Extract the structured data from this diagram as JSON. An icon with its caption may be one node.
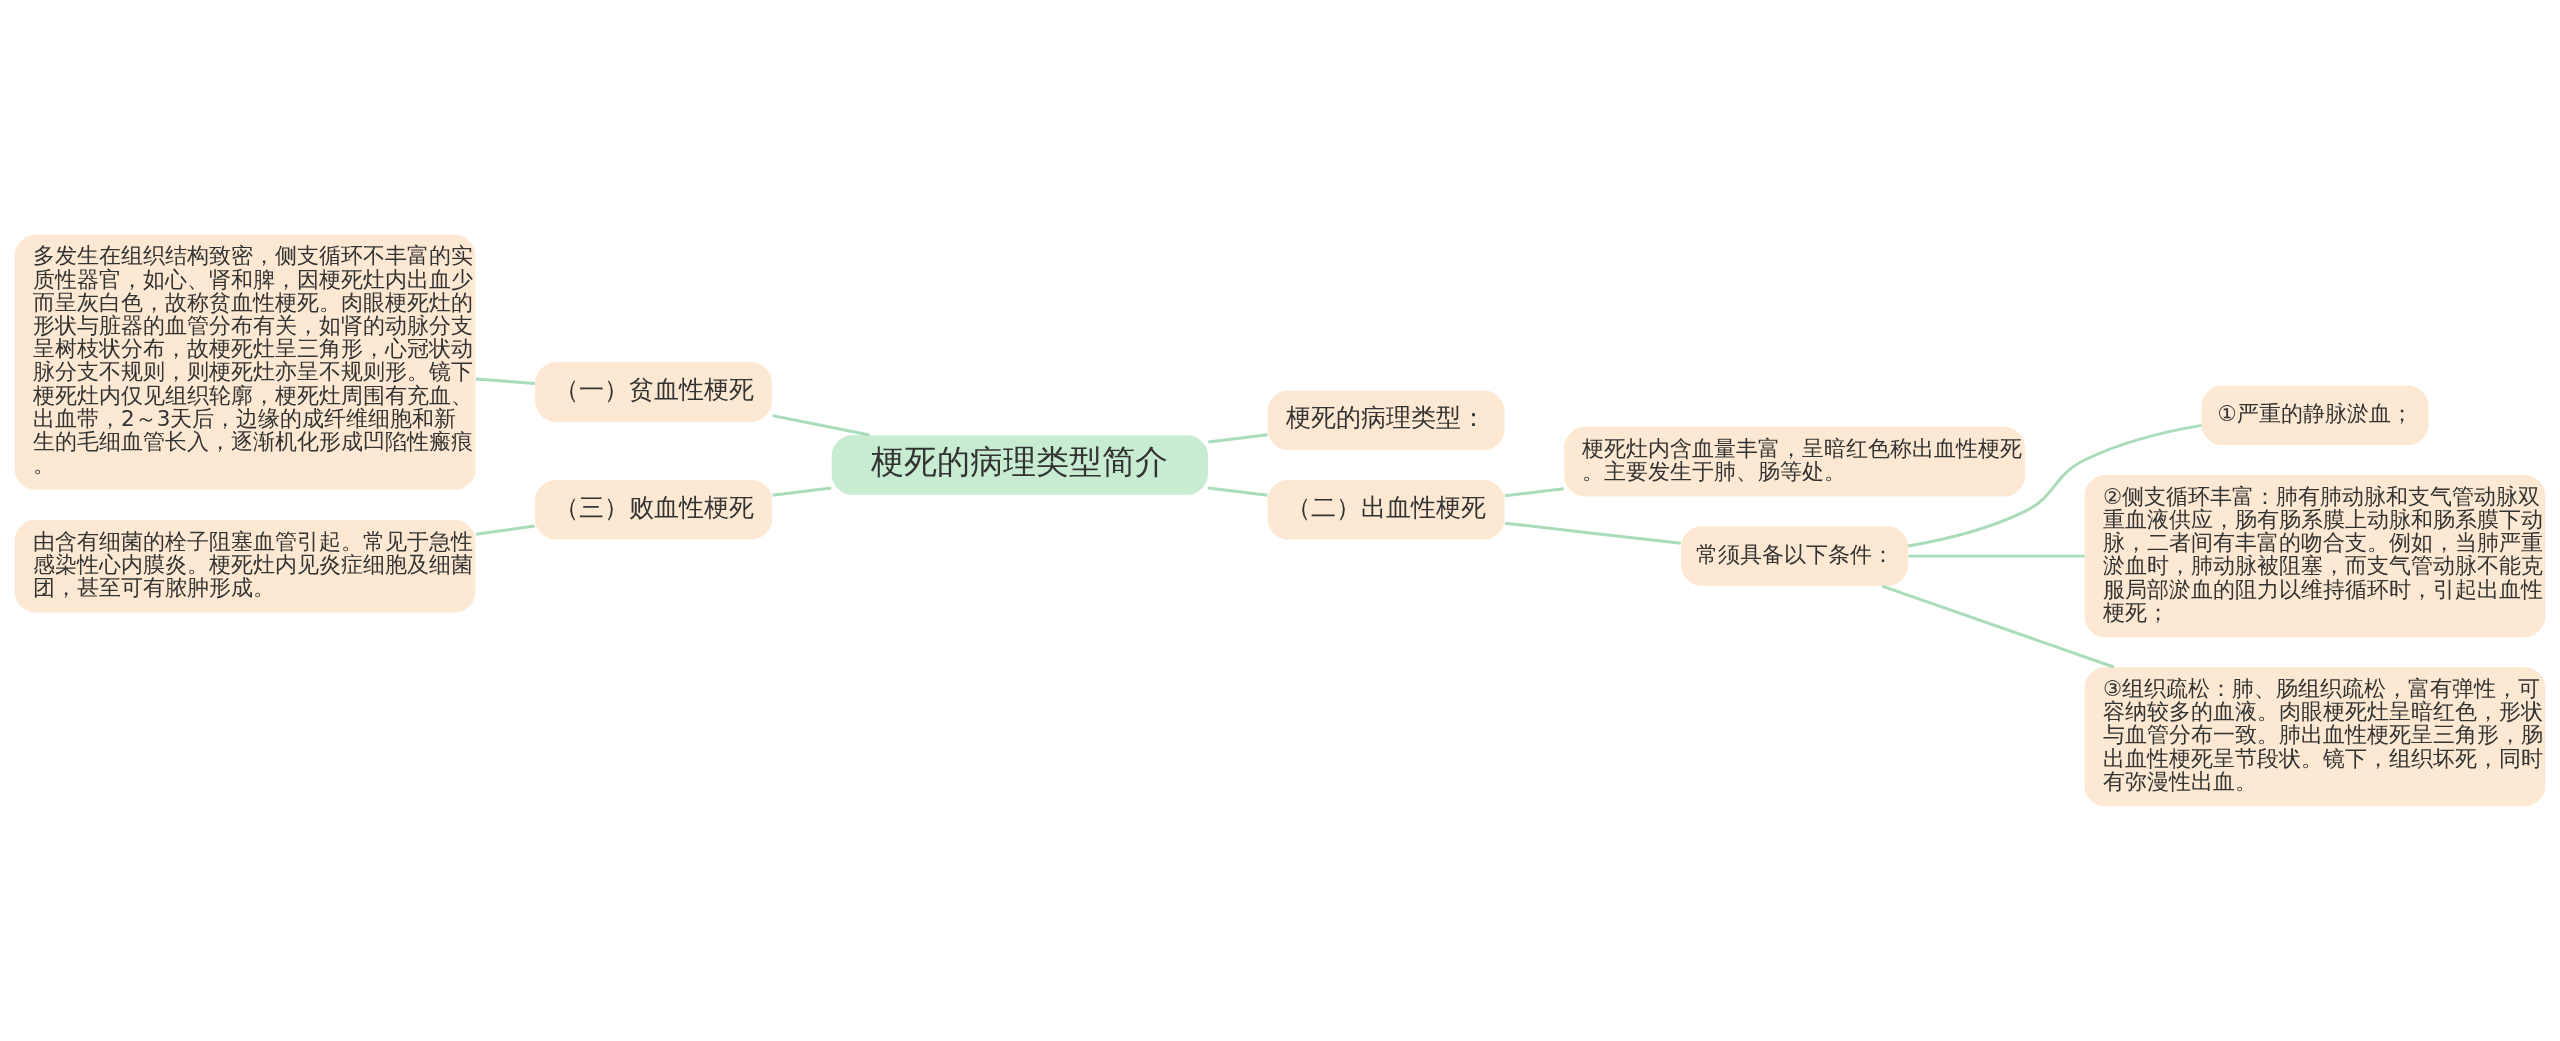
{
  "diagram": {
    "nodes": [
      {
        "text": [
          "梗死的病理类型简介"
        ]
      },
      {
        "text": [
          "梗死的病理类型："
        ]
      },
      {
        "text": [
          "（一）贫血性梗死"
        ]
      },
      {
        "text": [
          "多发生在组织结构致密，侧支循环不丰富的实质性器官，如心、肾和脾，因梗死灶内出血少而呈灰白色，故称贫血性梗死。肉眼梗死灶的形状与脏器的血管分布有关，如肾的动脉分支呈树枝状分布，故梗死灶呈三角形，心冠状动脉分支不规则，则梗死灶亦呈不规则形。镜下梗死灶内仅见组织轮廓，梗死灶周围有充血、出血带，2～3天后，边缘的成纤维细胞和新生的毛细血管长入，逐渐机化形成凹陷性瘢痕。"
        ]
      },
      {
        "text": [
          "（二）出血性梗死"
        ]
      },
      {
        "text": [
          "梗死灶内含血量丰富，呈暗红色称出血性梗死。主要发生于肺、肠等处。"
        ]
      },
      {
        "text": [
          "常须具备以下条件："
        ]
      },
      {
        "text": [
          "①严重的静脉淤血；"
        ]
      },
      {
        "text": [
          "②侧支循环丰富：肺有肺动脉和支气管动脉双重血液供应，肠有肠系膜上动脉和肠系膜下动脉，二者间有丰富的吻合支。例如，当肺严重淤血时，肺动脉被阻塞，而支气管动脉不能克服局部淤血的阻力以维持循环时，引起出血性梗死；"
        ]
      },
      {
        "text": [
          "③组织疏松：肺、肠组织疏松，富有弹性，可容纳较多的血液。肉眼梗死灶呈暗红色，形状与血管分布一致。肺出血性梗死呈三角形，肠出血性梗死呈节段状。镜下，组织坏死，同时有弥漫性出血。"
        ]
      },
      {
        "text": [
          "（三）败血性梗死"
        ]
      },
      {
        "text": [
          "由含有细菌的栓子阻塞血管引起。常见于急性感染性心内膜炎。梗死灶内见炎症细胞及细菌团，甚至可有脓肿形成。"
        ]
      }
    ],
    "edges": [
      {
        "from": 0,
        "to": 1,
        "arrow": "none"
      },
      {
        "from": 0,
        "to": 2,
        "arrow": "none"
      },
      {
        "from": 2,
        "to": 3,
        "arrow": "none"
      },
      {
        "from": 0,
        "to": 4,
        "arrow": "none"
      },
      {
        "from": 4,
        "to": 5,
        "arrow": "none"
      },
      {
        "from": 4,
        "to": 6,
        "arrow": "none"
      },
      {
        "from": 6,
        "to": 7,
        "arrow": "none"
      },
      {
        "from": 6,
        "to": 8,
        "arrow": "none"
      },
      {
        "from": 6,
        "to": 9,
        "arrow": "none"
      },
      {
        "from": 0,
        "to": 10,
        "arrow": "none"
      },
      {
        "from": 10,
        "to": 11,
        "arrow": "none"
      }
    ]
  }
}
